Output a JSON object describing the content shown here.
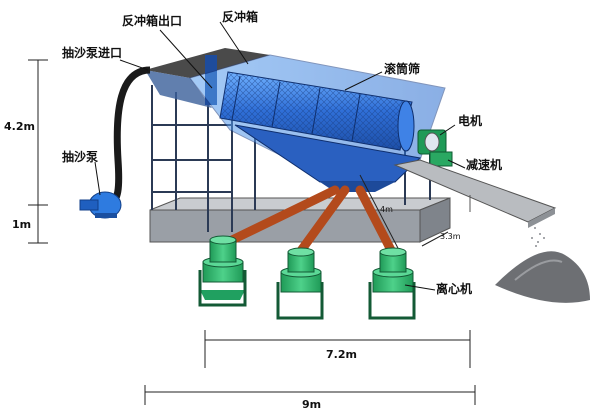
{
  "labels": {
    "backwash_outlet": "反冲箱出口",
    "backwash_box": "反冲箱",
    "suction_inlet": "抽沙泵进口",
    "drum_screen": "滚筒筛",
    "motor": "电机",
    "reducer": "减速机",
    "suction_pump": "抽沙泵",
    "centrifuge": "离心机"
  },
  "dimensions": {
    "height_top": "4.2m",
    "height_base": "1m",
    "leg_length": "4m",
    "depth": "3.3m",
    "length_inner": "7.2m",
    "length_total": "9m"
  },
  "colors": {
    "drum_blue": "#2f6fd8",
    "box_blue": "#3b86e8",
    "hopper_blue": "#2a60c0",
    "green": "#28b36a",
    "leg_brown": "#b34a1c",
    "base_gray": "#9a9fa6",
    "conveyor_gray": "#b9bcc0",
    "sand_gray": "#6d6f73"
  }
}
